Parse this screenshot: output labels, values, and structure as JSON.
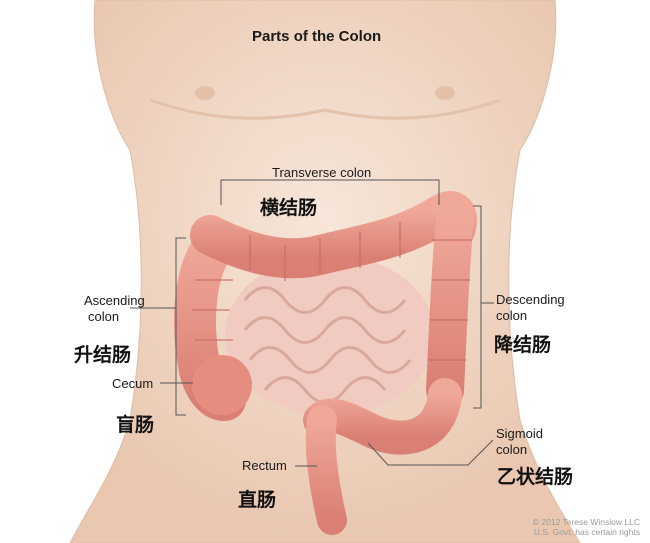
{
  "title": "Parts of the Colon",
  "labels": {
    "transverse_en": "Transverse colon",
    "transverse_zh": "横结肠",
    "ascending_en_1": "Ascending",
    "ascending_en_2": "colon",
    "ascending_zh": "升结肠",
    "cecum_en": "Cecum",
    "cecum_zh": "盲肠",
    "descending_en_1": "Descending",
    "descending_en_2": "colon",
    "descending_zh": "降结肠",
    "sigmoid_en_1": "Sigmoid",
    "sigmoid_en_2": "colon",
    "sigmoid_zh": "乙状结肠",
    "rectum_en": "Rectum",
    "rectum_zh": "直肠"
  },
  "credit": {
    "line1": "© 2012 Terese Winslow LLC",
    "line2": "U.S. Govt. has certain rights"
  },
  "colors": {
    "skin": "#f2d8c5",
    "colon": "#e99a8c",
    "colon_dark": "#c96a63",
    "small_intestine": "#f1cbc1",
    "leader_line": "#555555"
  }
}
